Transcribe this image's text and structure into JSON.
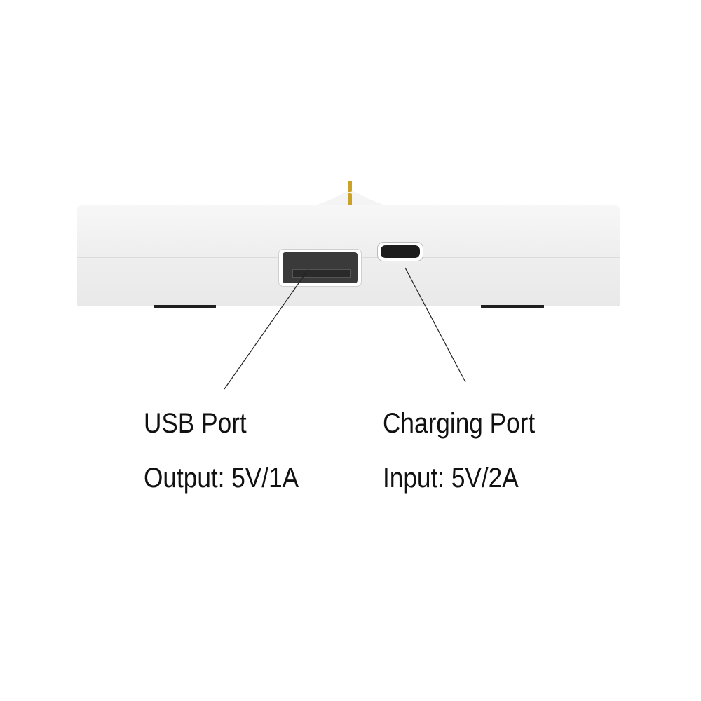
{
  "product": {
    "description": "White charging dock base, front view",
    "body_color": "#eeeeee",
    "pin_color": "#c9a227",
    "foot_color": "#1f1f1f"
  },
  "callouts": [
    {
      "title": "USB Port",
      "spec": "Output: 5V/1A"
    },
    {
      "title": "Charging Port",
      "spec": "Input: 5V/2A"
    }
  ]
}
